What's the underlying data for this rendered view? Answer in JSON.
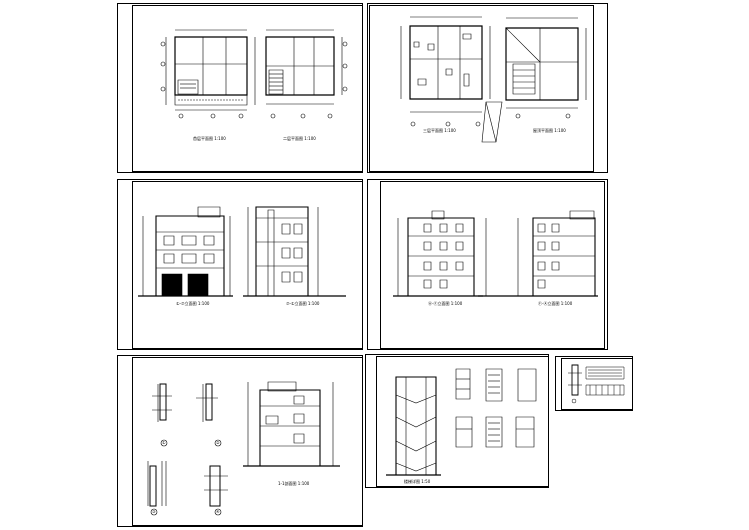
{
  "page": {
    "title": "Villa construction drawing set"
  },
  "sheets": [
    {
      "id": "sheet-1",
      "captions": [
        "首层平面图 1:100",
        "二层平面图 1:100"
      ]
    },
    {
      "id": "sheet-2",
      "captions": [
        "三层平面图 1:100",
        "屋顶平面图 1:100"
      ]
    },
    {
      "id": "sheet-3",
      "captions": [
        "①-⑦立面图 1:100",
        "⑦-①立面图 1:100"
      ]
    },
    {
      "id": "sheet-4",
      "captions": [
        "Ⓐ-Ⓕ立面图 1:100",
        "Ⓕ-Ⓐ立面图 1:100"
      ]
    },
    {
      "id": "sheet-5",
      "captions": [
        "1-1剖面图 1:100",
        "①",
        "②",
        "③",
        "④"
      ]
    },
    {
      "id": "sheet-6",
      "captions": [
        "楼梯详图 1:50"
      ]
    },
    {
      "id": "sheet-7",
      "captions": []
    }
  ],
  "colors": {
    "line": "#000000",
    "paper": "#ffffff"
  }
}
